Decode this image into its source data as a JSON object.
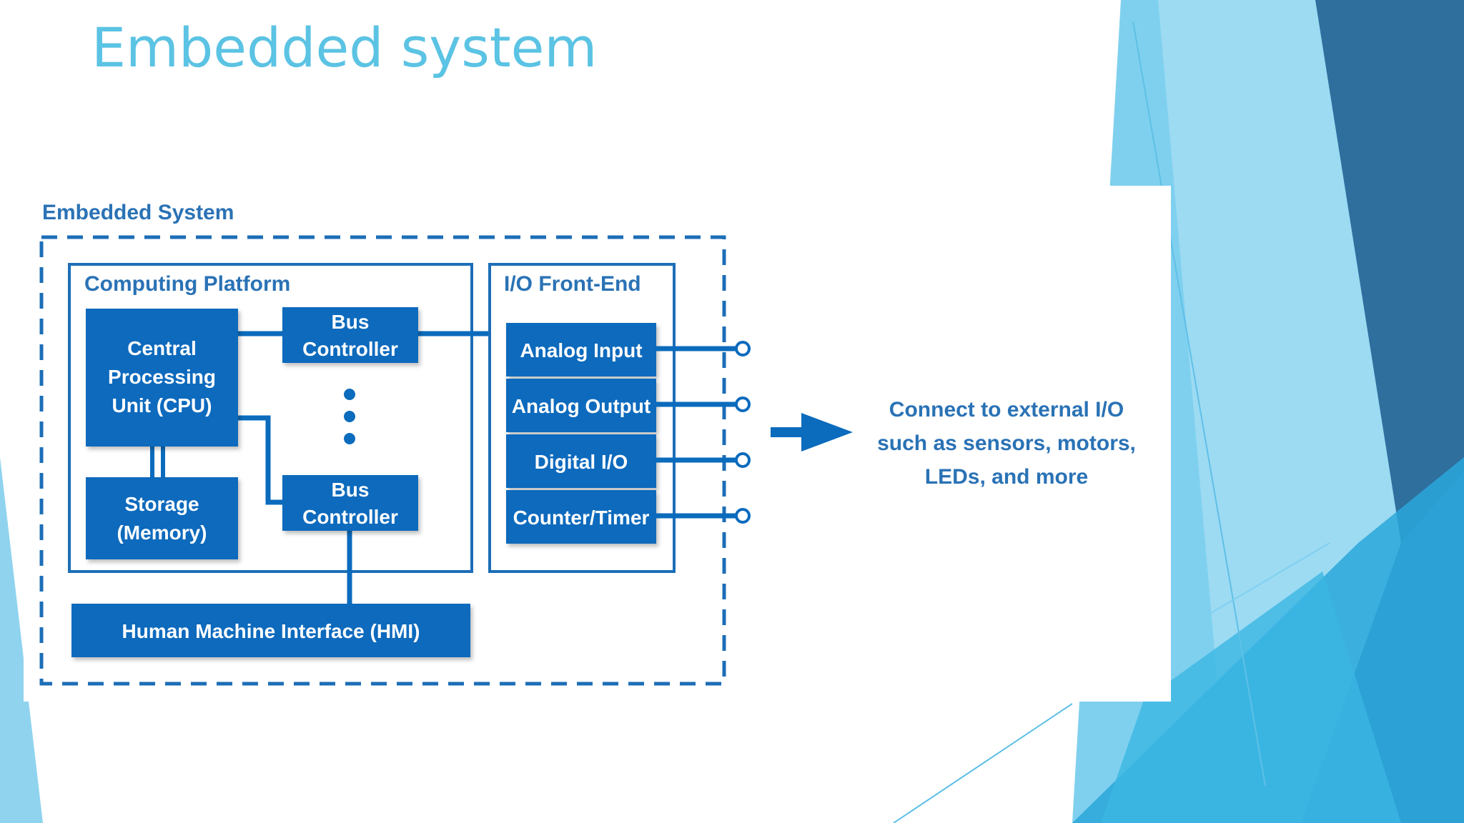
{
  "slide": {
    "title": "Embedded system"
  },
  "diagram": {
    "outer_label": "Embedded System",
    "computing_platform": {
      "label": "Computing Platform",
      "cpu": [
        "Central",
        "Processing",
        "Unit (CPU)"
      ],
      "storage": [
        "Storage",
        "(Memory)"
      ],
      "bus_controller_top": [
        "Bus",
        "Controller"
      ],
      "bus_controller_bottom": [
        "Bus",
        "Controller"
      ]
    },
    "hmi": "Human Machine Interface (HMI)",
    "io_front_end": {
      "label": "I/O Front-End",
      "items": [
        "Analog Input",
        "Analog Output",
        "Digital I/O",
        "Counter/Timer"
      ]
    },
    "external_note": [
      "Connect to external  I/O",
      "such as sensors, motors,",
      "LEDs, and more"
    ]
  },
  "colors": {
    "title": "#5bc3e3",
    "diagram_blue": "#0b6bbd",
    "diagram_text_blue": "#2a72b5",
    "border_blue": "#1c6eb7"
  }
}
